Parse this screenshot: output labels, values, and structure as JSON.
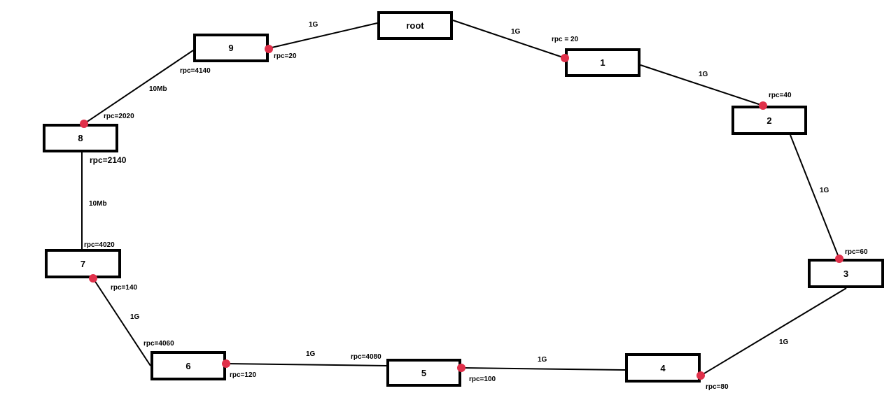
{
  "nodes": [
    {
      "id": "root",
      "label": "root"
    },
    {
      "id": "n1",
      "label": "1"
    },
    {
      "id": "n2",
      "label": "2"
    },
    {
      "id": "n3",
      "label": "3"
    },
    {
      "id": "n4",
      "label": "4"
    },
    {
      "id": "n5",
      "label": "5"
    },
    {
      "id": "n6",
      "label": "6"
    },
    {
      "id": "n7",
      "label": "7"
    },
    {
      "id": "n8",
      "label": "8"
    },
    {
      "id": "n9",
      "label": "9"
    }
  ],
  "links": [
    {
      "from": "root",
      "to": "n1",
      "bandwidth": "1G"
    },
    {
      "from": "n1",
      "to": "n2",
      "bandwidth": "1G"
    },
    {
      "from": "n2",
      "to": "n3",
      "bandwidth": "1G"
    },
    {
      "from": "n3",
      "to": "n4",
      "bandwidth": "1G"
    },
    {
      "from": "n4",
      "to": "n5",
      "bandwidth": "1G"
    },
    {
      "from": "n5",
      "to": "n6",
      "bandwidth": "1G"
    },
    {
      "from": "n6",
      "to": "n7",
      "bandwidth": "1G"
    },
    {
      "from": "n7",
      "to": "n8",
      "bandwidth": "10Mb"
    },
    {
      "from": "n8",
      "to": "n9",
      "bandwidth": "10Mb"
    },
    {
      "from": "n9",
      "to": "root",
      "bandwidth": "1G"
    }
  ],
  "rpc_labels": {
    "n1_port": "rpc = 20",
    "n2_port": "rpc=40",
    "n3_port": "rpc=60",
    "n4_port": "rpc=80",
    "n5_left": "rpc=4080",
    "n5_port": "rpc=100",
    "n6_left": "rpc=4060",
    "n6_port": "rpc=120",
    "n7_top": "rpc=4020",
    "n7_port": "rpc=140",
    "n8_bottom": "rpc=2140",
    "n8_port": "rpc=2020",
    "n9_left": "rpc=4140",
    "n9_port": "rpc=20"
  },
  "colors": {
    "port": "#e0304a",
    "line": "#000000",
    "border": "#000000"
  }
}
